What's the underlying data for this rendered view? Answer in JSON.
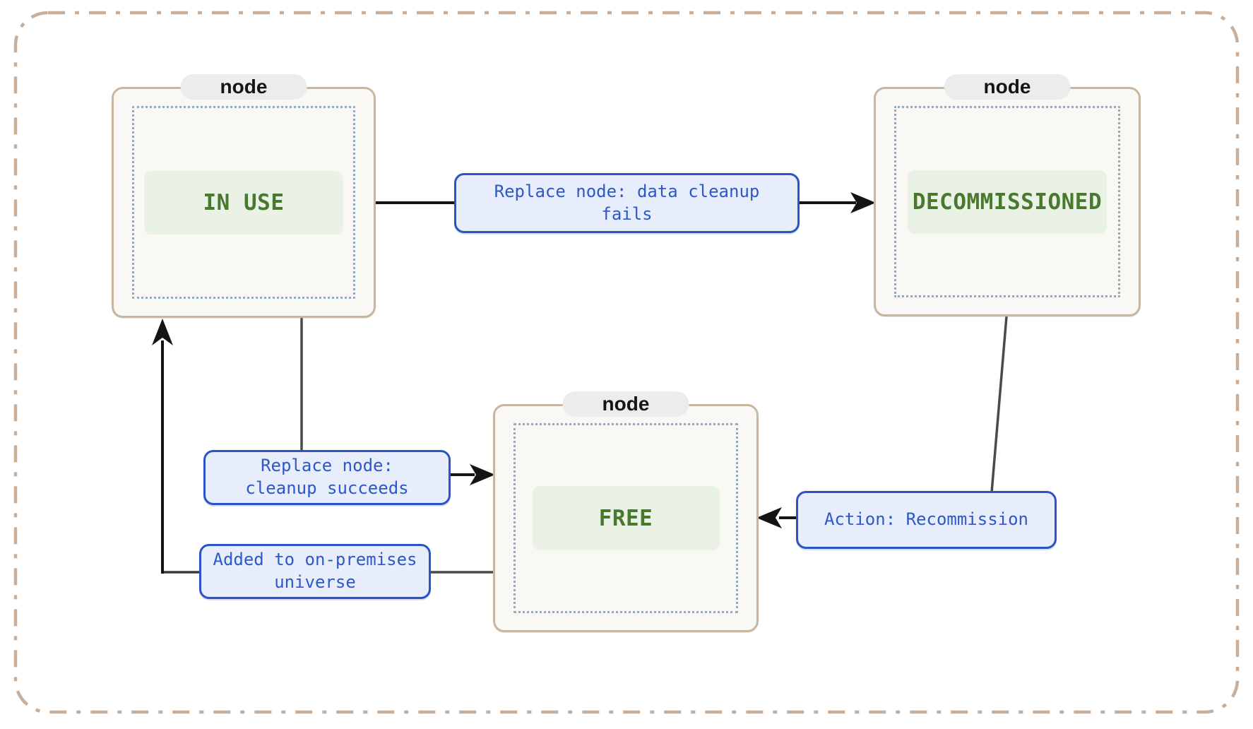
{
  "diagram": {
    "type": "state-diagram",
    "nodes": [
      {
        "tab_label": "node",
        "state_label": "IN USE"
      },
      {
        "tab_label": "node",
        "state_label": "DECOMMISSIONED"
      },
      {
        "tab_label": "node",
        "state_label": "FREE"
      }
    ],
    "edges": [
      {
        "label": "Replace node: data cleanup\nfails",
        "from": "IN USE",
        "to": "DECOMMISSIONED"
      },
      {
        "label": "Replace node:\ncleanup succeeds",
        "from": "IN USE",
        "to": "FREE"
      },
      {
        "label": "Added to on-premises\nuniverse",
        "from": "FREE",
        "to": "IN USE"
      },
      {
        "label": "Action: Recommission",
        "from": "DECOMMISSIONED",
        "to": "FREE"
      }
    ],
    "colors": {
      "outer_border": "#c9ae99",
      "node_border": "#c9b6a1",
      "node_fill": "#faf8f5",
      "tab_fill": "#ececec",
      "dotted_border": "#94a8be",
      "state_fill": "#eaf2e6",
      "state_text": "#48792e",
      "edge_label_fill": "#e7edfb",
      "edge_label_border": "#2a53c5",
      "edge_label_text": "#2d58c8",
      "connector_line": "#4a4a4a",
      "arrow": "#141414"
    }
  }
}
